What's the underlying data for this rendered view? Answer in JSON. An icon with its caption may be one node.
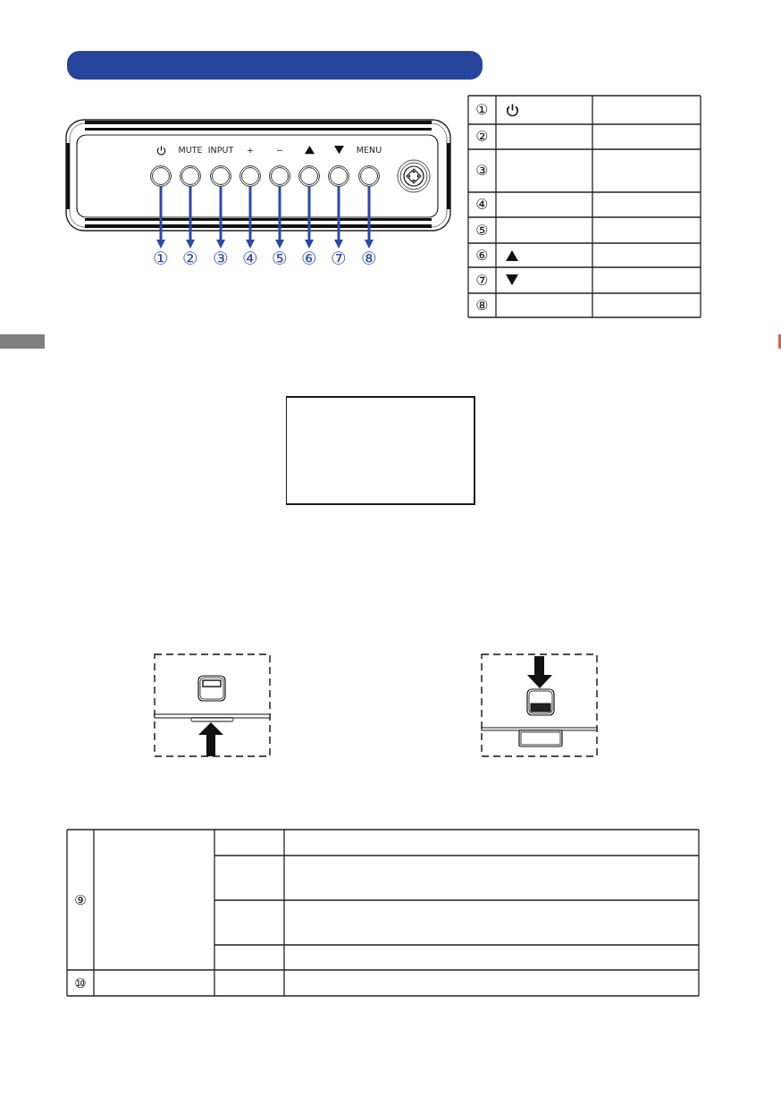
{
  "diagram": {
    "nodes": [
      {
        "text": [],
        "shape": "circle"
      },
      {
        "text": [],
        "shape": "circle",
        "beside": [
          "MUTE"
        ]
      },
      {
        "text": [],
        "shape": "circle",
        "beside": [
          "INPUT"
        ]
      },
      {
        "text": [],
        "shape": "circle",
        "beside": [
          "+"
        ]
      },
      {
        "text": [],
        "shape": "circle",
        "beside": [
          "−"
        ]
      },
      {
        "text": [],
        "shape": "circle"
      },
      {
        "text": [],
        "shape": "circle"
      },
      {
        "text": [],
        "shape": "circle",
        "beside": [
          "MENU"
        ]
      },
      {
        "text": [
          "①"
        ]
      },
      {
        "text": [
          "②"
        ]
      },
      {
        "text": [
          "③"
        ]
      },
      {
        "text": [
          "④"
        ]
      },
      {
        "text": [
          "⑤"
        ]
      },
      {
        "text": [
          "⑥"
        ]
      },
      {
        "text": [
          "⑦"
        ]
      },
      {
        "text": [
          "⑧"
        ]
      }
    ],
    "edges": [
      {
        "from": 0,
        "to": 8,
        "arrow": "to"
      },
      {
        "from": 1,
        "to": 9,
        "arrow": "to"
      },
      {
        "from": 2,
        "to": 10,
        "arrow": "to"
      },
      {
        "from": 3,
        "to": 11,
        "arrow": "to"
      },
      {
        "from": 4,
        "to": 12,
        "arrow": "to"
      },
      {
        "from": 5,
        "to": 13,
        "arrow": "to"
      },
      {
        "from": 6,
        "to": 14,
        "arrow": "to"
      },
      {
        "from": 7,
        "to": 15,
        "arrow": "to"
      }
    ],
    "labels": [
      "①",
      "②",
      "③",
      "④",
      "⑤",
      "⑥",
      "⑦",
      "⑧",
      "⑨",
      "⑩"
    ]
  }
}
